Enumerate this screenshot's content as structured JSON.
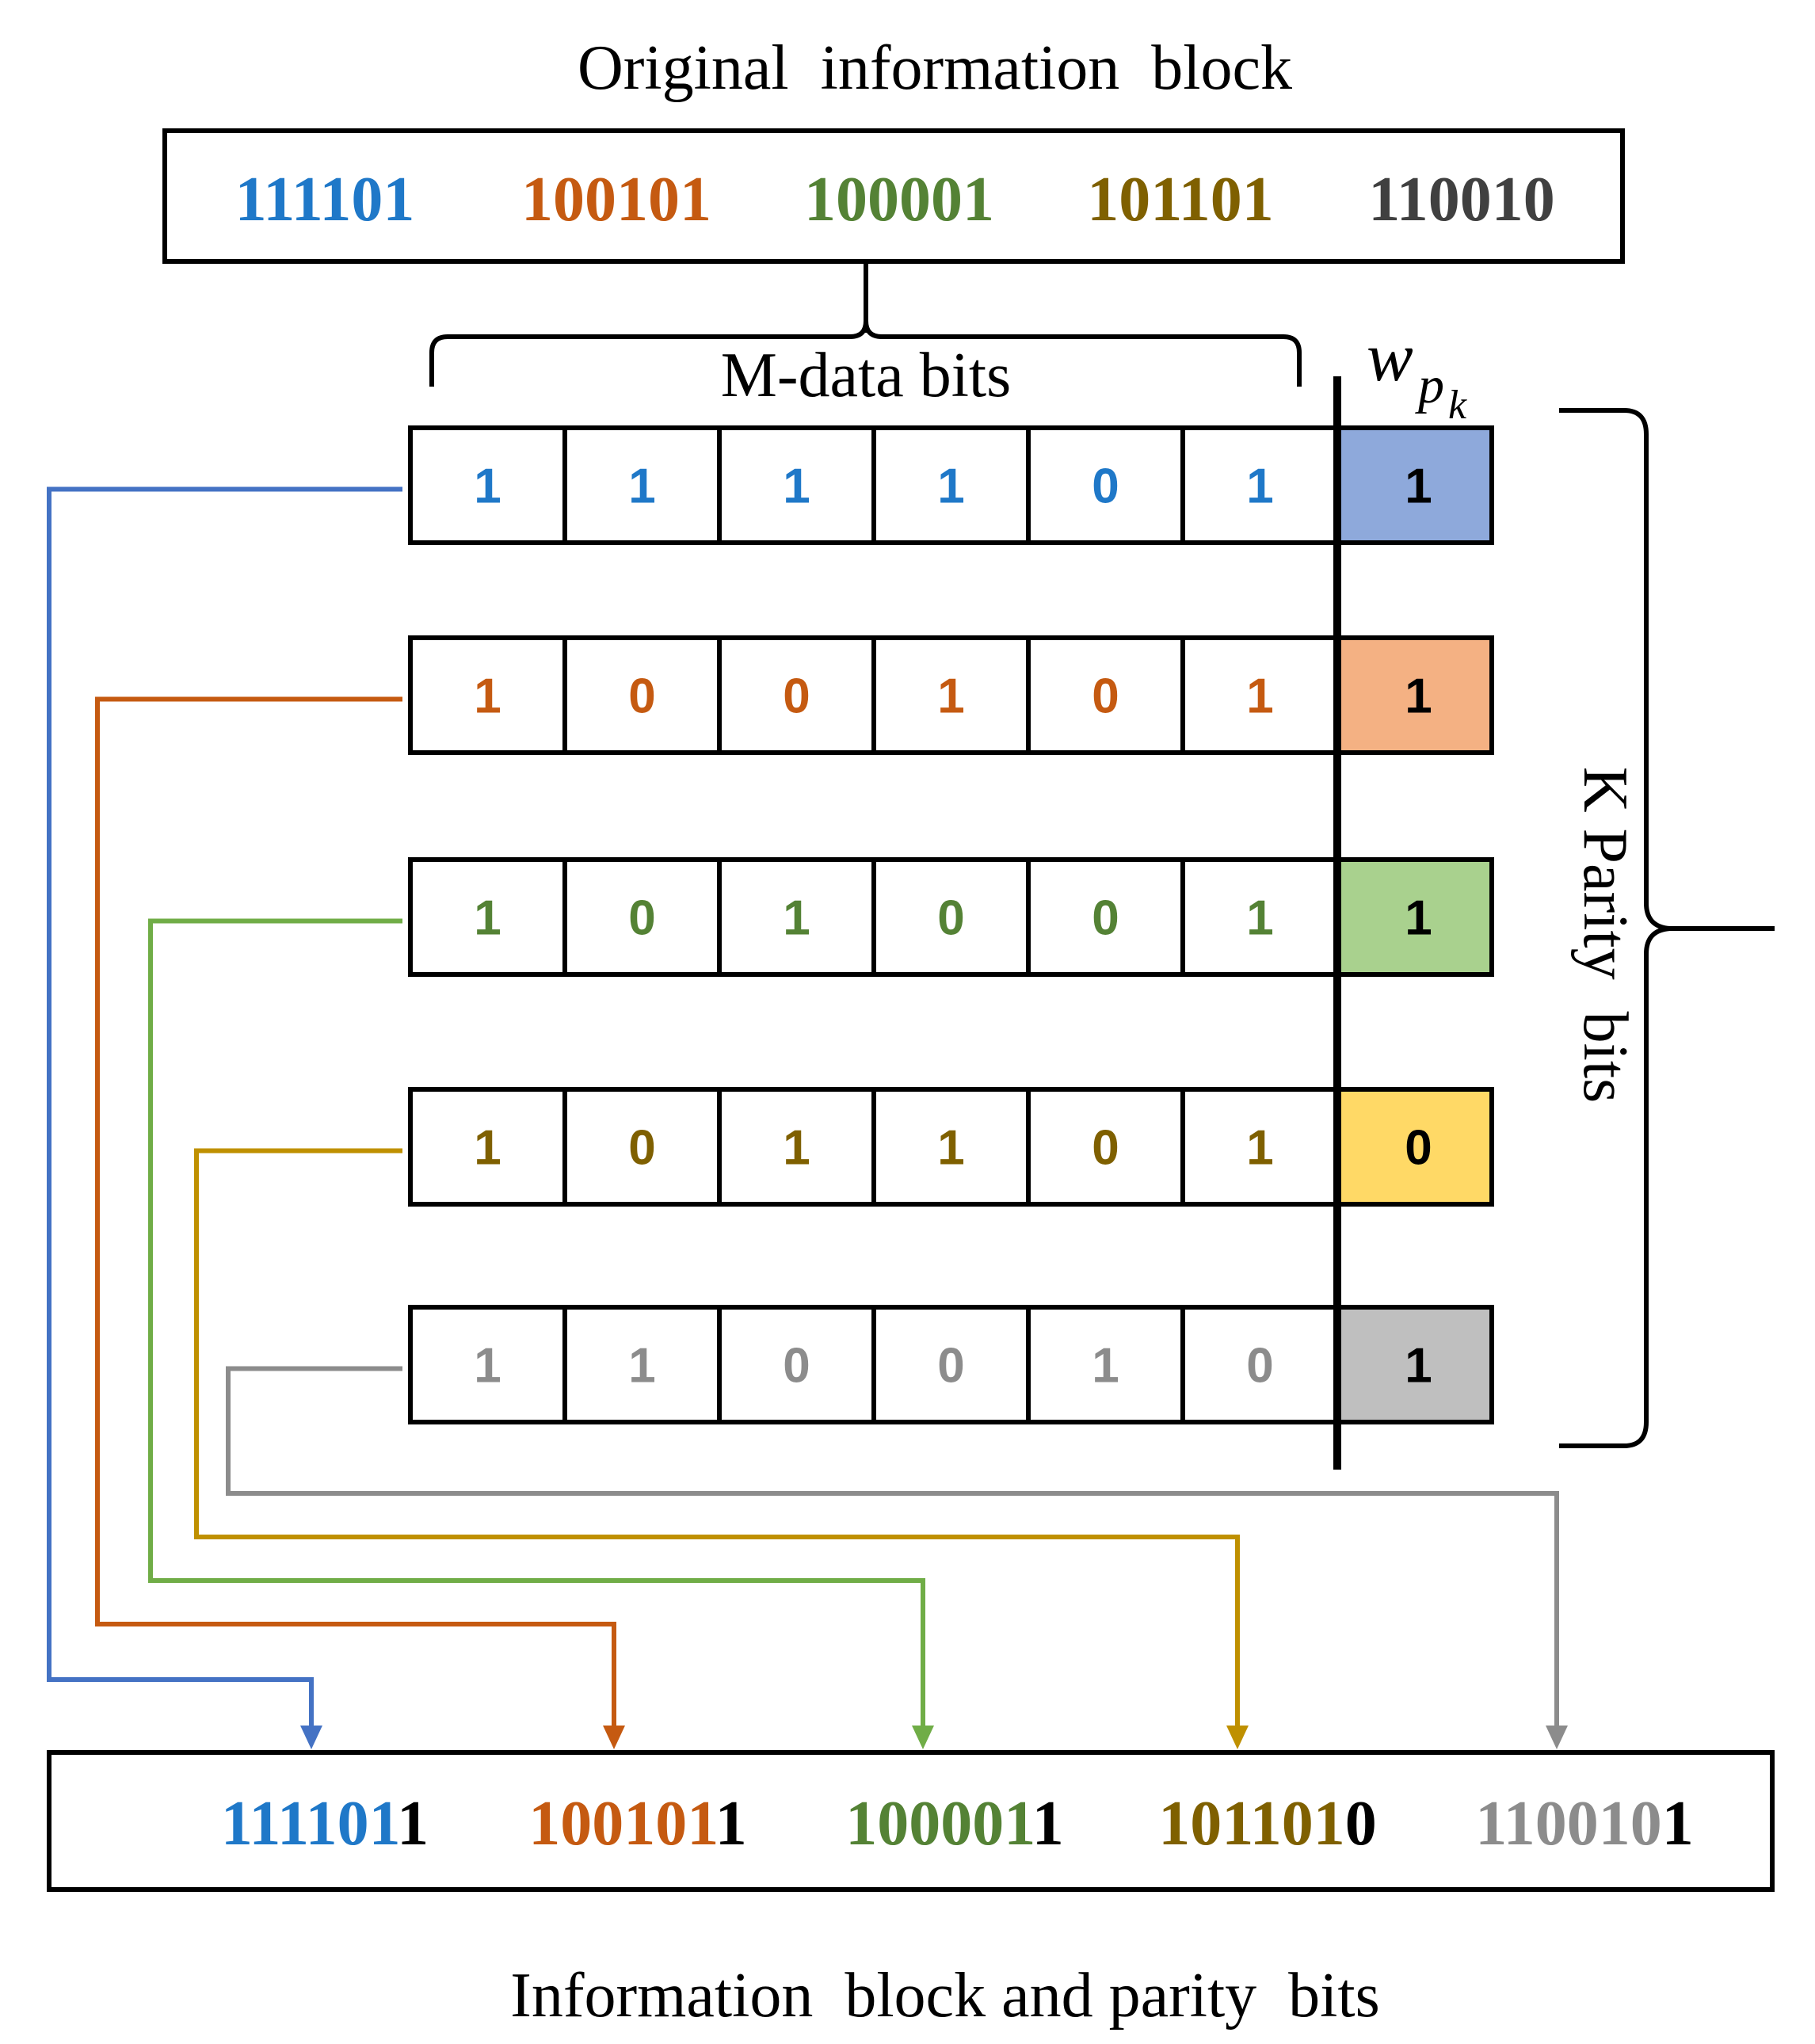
{
  "title": "Original  information  block",
  "footer": "Information  block and parity  bits",
  "m_data_label": "M-data bits",
  "k_parity_label": "K Parity  bits",
  "parity_symbol": {
    "base": "w",
    "sub": "p",
    "subsub": "k"
  },
  "colors": {
    "blue": "#1F78C8",
    "orange": "#C55A11",
    "green": "#548235",
    "olive": "#7F6000",
    "dark": "#404040",
    "gray": "#8C8C8C",
    "parity_fill": [
      "#8EA9DB",
      "#F4B183",
      "#A9D18E",
      "#FFD966",
      "#BFBFBF"
    ],
    "line": [
      "#4472C4",
      "#C55A11",
      "#70AD47",
      "#BF9000",
      "#8C8C8C"
    ]
  },
  "original_block": [
    "111101",
    "100101",
    "100001",
    "101101",
    "110010"
  ],
  "rows": [
    {
      "bits": [
        "1",
        "1",
        "1",
        "1",
        "0",
        "1"
      ],
      "parity": "1"
    },
    {
      "bits": [
        "1",
        "0",
        "0",
        "1",
        "0",
        "1"
      ],
      "parity": "1"
    },
    {
      "bits": [
        "1",
        "0",
        "1",
        "0",
        "0",
        "1"
      ],
      "parity": "1"
    },
    {
      "bits": [
        "1",
        "0",
        "1",
        "1",
        "0",
        "1"
      ],
      "parity": "0"
    },
    {
      "bits": [
        "1",
        "1",
        "0",
        "0",
        "1",
        "0"
      ],
      "parity": "1"
    }
  ],
  "output_block": [
    {
      "data": "111101",
      "parity": "1"
    },
    {
      "data": "100101",
      "parity": "1"
    },
    {
      "data": "100001",
      "parity": "1"
    },
    {
      "data": "101101",
      "parity": "0"
    },
    {
      "data": "110010",
      "parity": "1"
    }
  ]
}
